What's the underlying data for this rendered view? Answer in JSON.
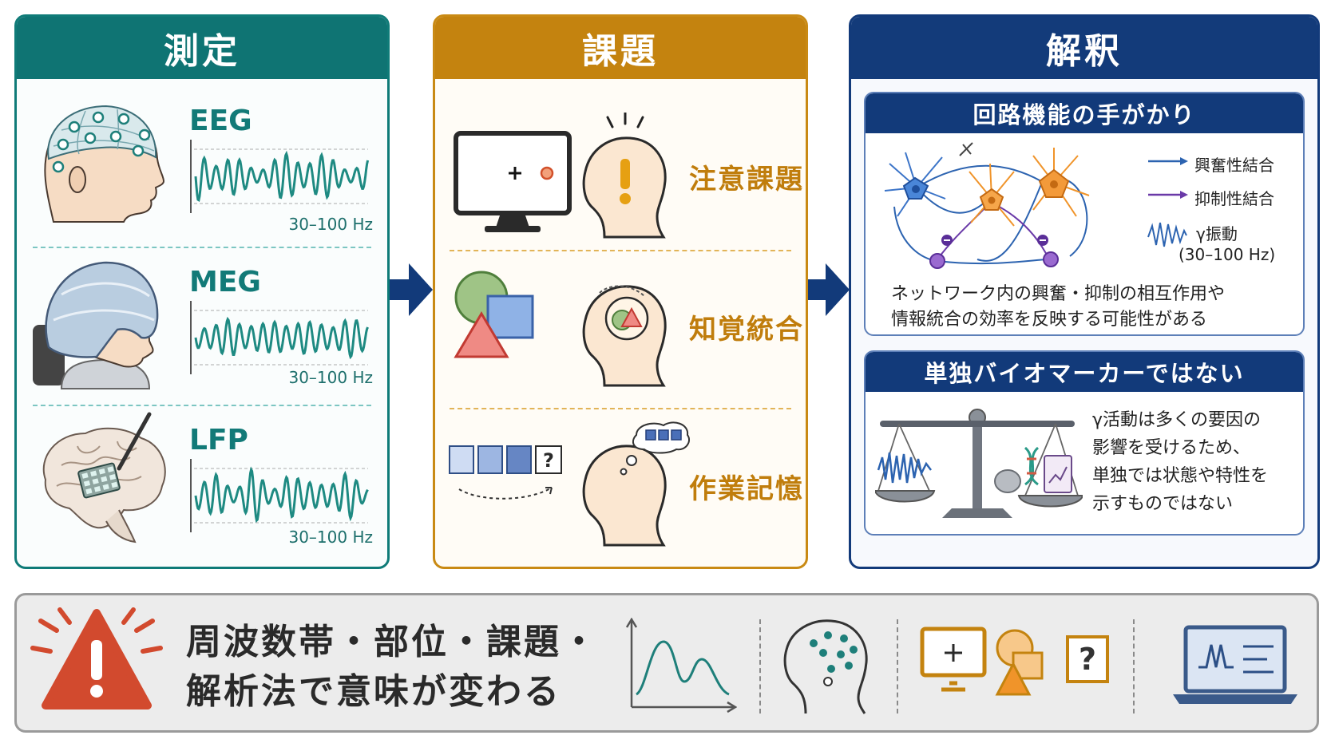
{
  "measurement": {
    "title": "測定",
    "rows": [
      {
        "label": "EEG",
        "hz": "30–100 Hz"
      },
      {
        "label": "MEG",
        "hz": "30–100 Hz"
      },
      {
        "label": "LFP",
        "hz": "30–100 Hz"
      }
    ]
  },
  "task": {
    "title": "課題",
    "rows": [
      {
        "label": "注意課題"
      },
      {
        "label": "知覚統合"
      },
      {
        "label": "作業記憶"
      }
    ],
    "memory_card": "?"
  },
  "interpretation": {
    "title": "解釈",
    "circuit": {
      "title": "回路機能の手がかり",
      "legend": [
        "興奮性結合",
        "抑制性結合",
        "γ振動",
        "(30–100 Hz)"
      ],
      "text": [
        "ネットワーク内の興奮・抑制の相互作用や",
        "情報統合の効率を反映する可能性がある"
      ]
    },
    "biomarker": {
      "title": "単独バイオマーカーではない",
      "text": [
        "γ活動は多くの要因の",
        "影響を受けるため、",
        "単独では状態や特性を",
        "示すものではない"
      ]
    }
  },
  "banner": {
    "lines": [
      "周波数帯・部位・課題・",
      "解析法で意味が変わる"
    ],
    "question_card": "?"
  },
  "colors": {
    "teal": "#0f7473",
    "orange": "#c4830f",
    "navy": "#133b7a",
    "warning": "#d24a2e",
    "excitatory": "#2c63b0",
    "inhibitory": "#6a3aa8"
  }
}
